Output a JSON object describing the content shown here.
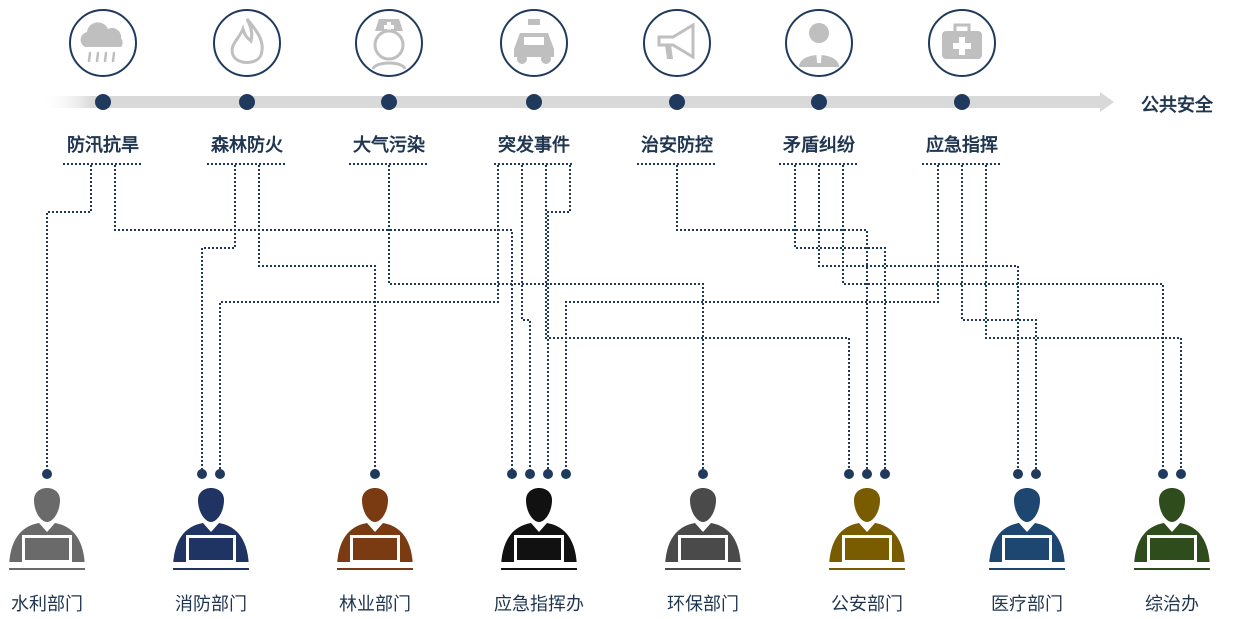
{
  "timeline": {
    "title": "公共安全",
    "categories": [
      {
        "label": "防汛抗旱",
        "icon": "cloud-rain-icon"
      },
      {
        "label": "森林防火",
        "icon": "flame-icon"
      },
      {
        "label": "大气污染",
        "icon": "nurse-icon"
      },
      {
        "label": "突发事件",
        "icon": "taxi-icon"
      },
      {
        "label": "治安防控",
        "icon": "megaphone-icon"
      },
      {
        "label": "矛盾纠纷",
        "icon": "person-icon"
      },
      {
        "label": "应急指挥",
        "icon": "first-aid-kit-icon"
      }
    ]
  },
  "departments": [
    {
      "label": "水利部门",
      "color": "#6a6a6a"
    },
    {
      "label": "消防部门",
      "color": "#1f3463"
    },
    {
      "label": "林业部门",
      "color": "#7a3a12"
    },
    {
      "label": "应急指挥办",
      "color": "#111111"
    },
    {
      "label": "环保部门",
      "color": "#4a4a4a"
    },
    {
      "label": "公安部门",
      "color": "#7a5c00"
    },
    {
      "label": "医疗部门",
      "color": "#1d4670"
    },
    {
      "label": "综治办",
      "color": "#2f4d1c"
    }
  ],
  "connections": [
    {
      "from": 0,
      "to": 0
    },
    {
      "from": 0,
      "to": 3
    },
    {
      "from": 1,
      "to": 1
    },
    {
      "from": 1,
      "to": 2
    },
    {
      "from": 2,
      "to": 4
    },
    {
      "from": 3,
      "to": 1
    },
    {
      "from": 3,
      "to": 3
    },
    {
      "from": 3,
      "to": 5
    },
    {
      "from": 3,
      "to": 3
    },
    {
      "from": 4,
      "to": 5
    },
    {
      "from": 5,
      "to": 5
    },
    {
      "from": 5,
      "to": 6
    },
    {
      "from": 5,
      "to": 7
    },
    {
      "from": 6,
      "to": 3
    },
    {
      "from": 6,
      "to": 6
    },
    {
      "from": 6,
      "to": 7
    }
  ],
  "colors": {
    "node": "#1f3a5c",
    "line": "#1f3a5c",
    "bar": "#d9d9d9",
    "icon_gray": "#bfbfbf"
  }
}
